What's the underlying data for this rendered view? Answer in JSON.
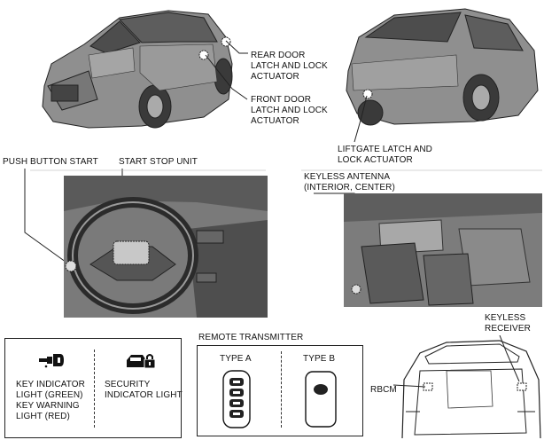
{
  "labels": {
    "rear_door": "REAR DOOR\nLATCH AND LOCK\nACTUATOR",
    "front_door": "FRONT DOOR\nLATCH AND LOCK\nACTUATOR",
    "liftgate": "LIFTGATE LATCH AND\nLOCK ACTUATOR",
    "push_button_start": "PUSH BUTTON START",
    "start_stop_unit": "START STOP UNIT",
    "keyless_antenna": "KEYLESS ANTENNA\n(INTERIOR, CENTER)",
    "keyless_receiver": "KEYLESS\nRECEIVER",
    "rbcm": "RBCM",
    "remote_transmitter": "REMOTE TRANSMITTER",
    "type_a": "TYPE A",
    "type_b": "TYPE B",
    "key_indicator": "KEY INDICATOR\nLIGHT (GREEN)\nKEY WARNING\nLIGHT (RED)",
    "security_indicator": "SECURITY\nINDICATOR LIGHT"
  },
  "icons": {
    "key_indicator": "key-icon",
    "security_indicator": "car-lock-icon",
    "transmitter_a": "key-fob-4-button-icon",
    "transmitter_b": "smart-key-icon"
  },
  "colors": {
    "line": "#222222",
    "car_fill": "#8c8c8c",
    "panel_fill": "#6f6f6f"
  }
}
